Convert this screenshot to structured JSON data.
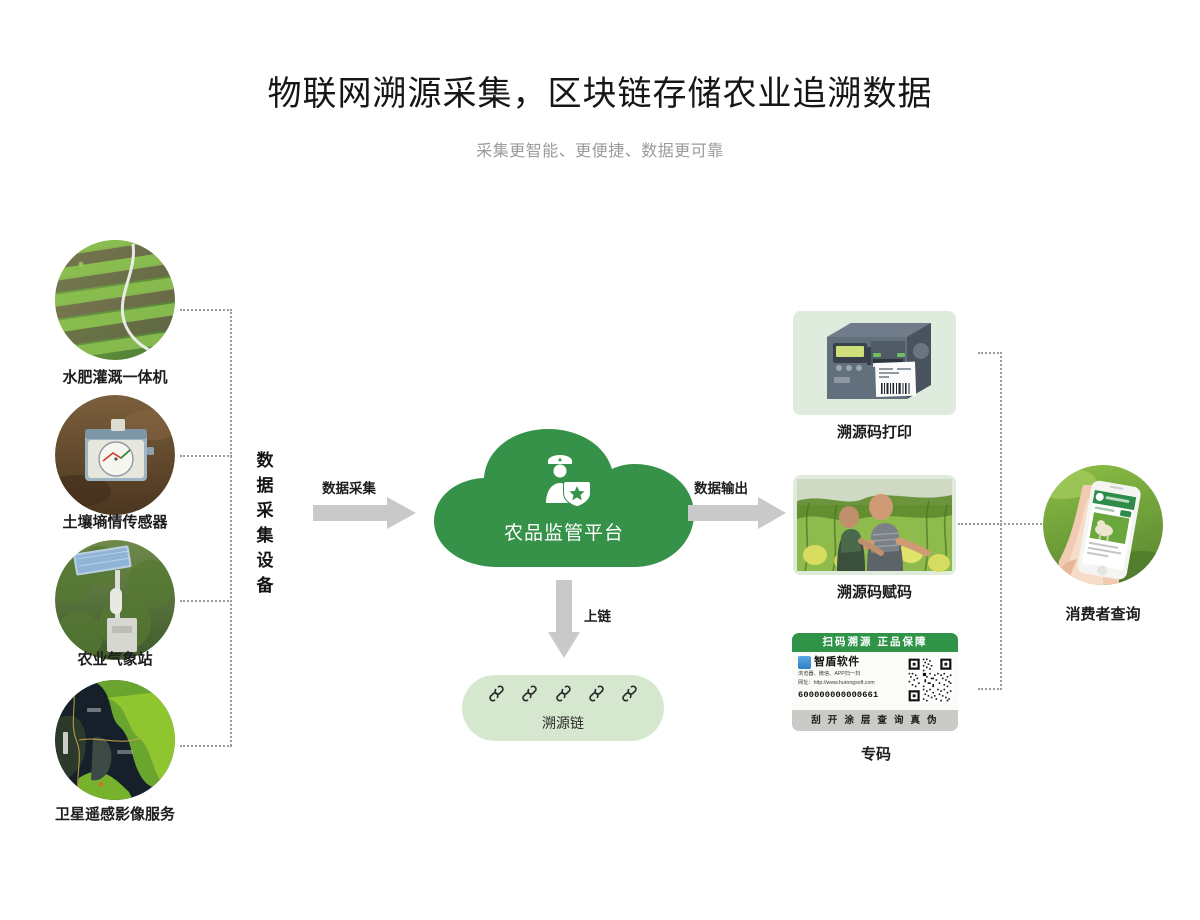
{
  "header": {
    "title": "物联网溯源采集，区块链存储农业追溯数据",
    "subtitle": "采集更智能、更便捷、数据更可靠"
  },
  "colors": {
    "brand_green": "#369149",
    "card_green": "#dfecdd",
    "pill_green": "#d5e8cf",
    "arrow_grey": "#c9c9c9",
    "dotted_grey": "#9c9c9c",
    "subtitle_grey": "#9b9b9b"
  },
  "left_group": {
    "vertical_label": "数据采集设备",
    "devices": [
      {
        "label": "水肥灌溉一体机",
        "icon": "drip-irrigation-field-photo"
      },
      {
        "label": "土壤墒情传感器",
        "icon": "soil-moisture-sensor-photo"
      },
      {
        "label": "农业气象站",
        "icon": "weather-station-photo"
      },
      {
        "label": "卫星遥感影像服务",
        "icon": "satellite-remote-sensing-photo"
      }
    ]
  },
  "flows": {
    "collect": "数据采集",
    "on_chain": "上链",
    "output": "数据输出"
  },
  "platform": {
    "label": "农品监管平台",
    "icon": "inspector-shield-icon"
  },
  "blockchain": {
    "label": "溯源链",
    "icon": "chain-link-icon",
    "link_count": 5
  },
  "outputs": [
    {
      "label": "溯源码打印",
      "icon": "label-printer-photo"
    },
    {
      "label": "溯源码赋码",
      "icon": "farmers-melon-field-photo"
    },
    {
      "label": "专码",
      "icon": "traceability-sticker"
    }
  ],
  "sticker": {
    "band_text": "扫码溯源  正品保障",
    "brand": "智盾软件",
    "scan_hint": "浏览器、微信、APP扫一扫",
    "website": "网址：http://www.hurongsoft.com",
    "code": "600000000000661",
    "footer_text": "刮 开 涂 层  查 询 真 伪",
    "qr_icon": "qr-code-icon"
  },
  "consumer": {
    "label": "消费者查询",
    "icon": "hand-holding-phone-photo"
  }
}
